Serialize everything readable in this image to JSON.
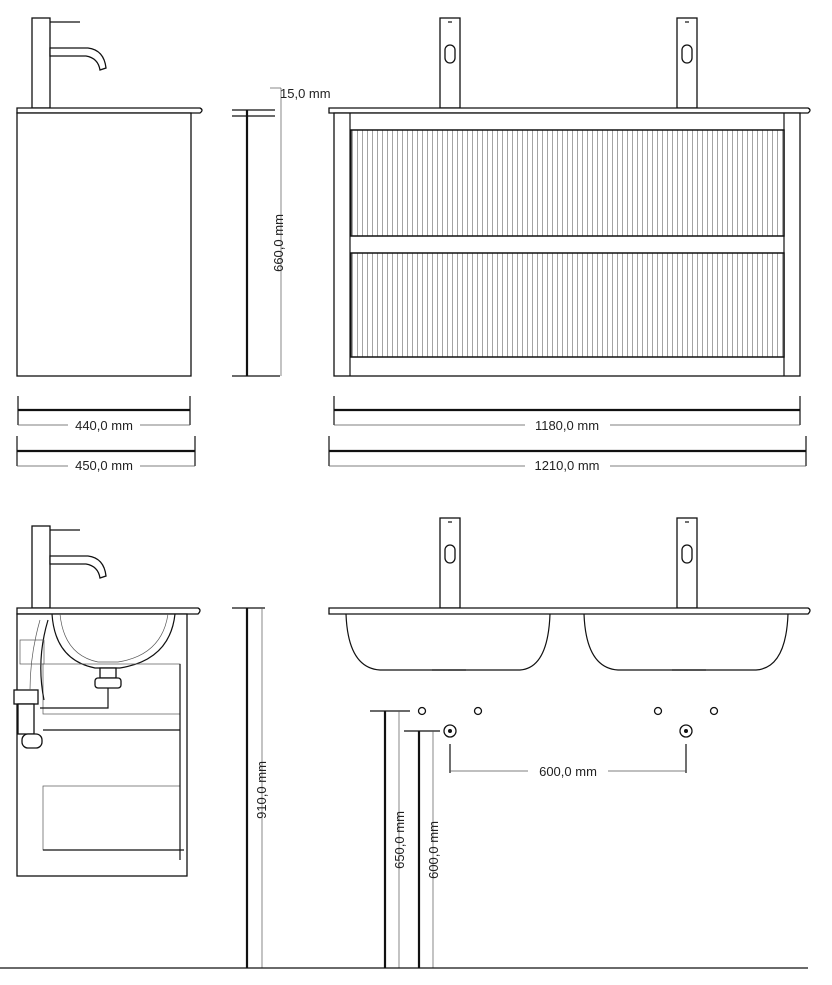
{
  "dimensions": {
    "top_thickness": "15,0 mm",
    "cabinet_height": "660,0 mm",
    "cabinet_depth": "440,0 mm",
    "top_depth": "450,0 mm",
    "cabinet_width": "1180,0 mm",
    "top_width": "1210,0 mm",
    "tap_spacing": "600,0 mm",
    "basin_height": "910,0 mm",
    "drain_height_a": "650,0 mm",
    "drain_height_b": "600,0 mm"
  }
}
